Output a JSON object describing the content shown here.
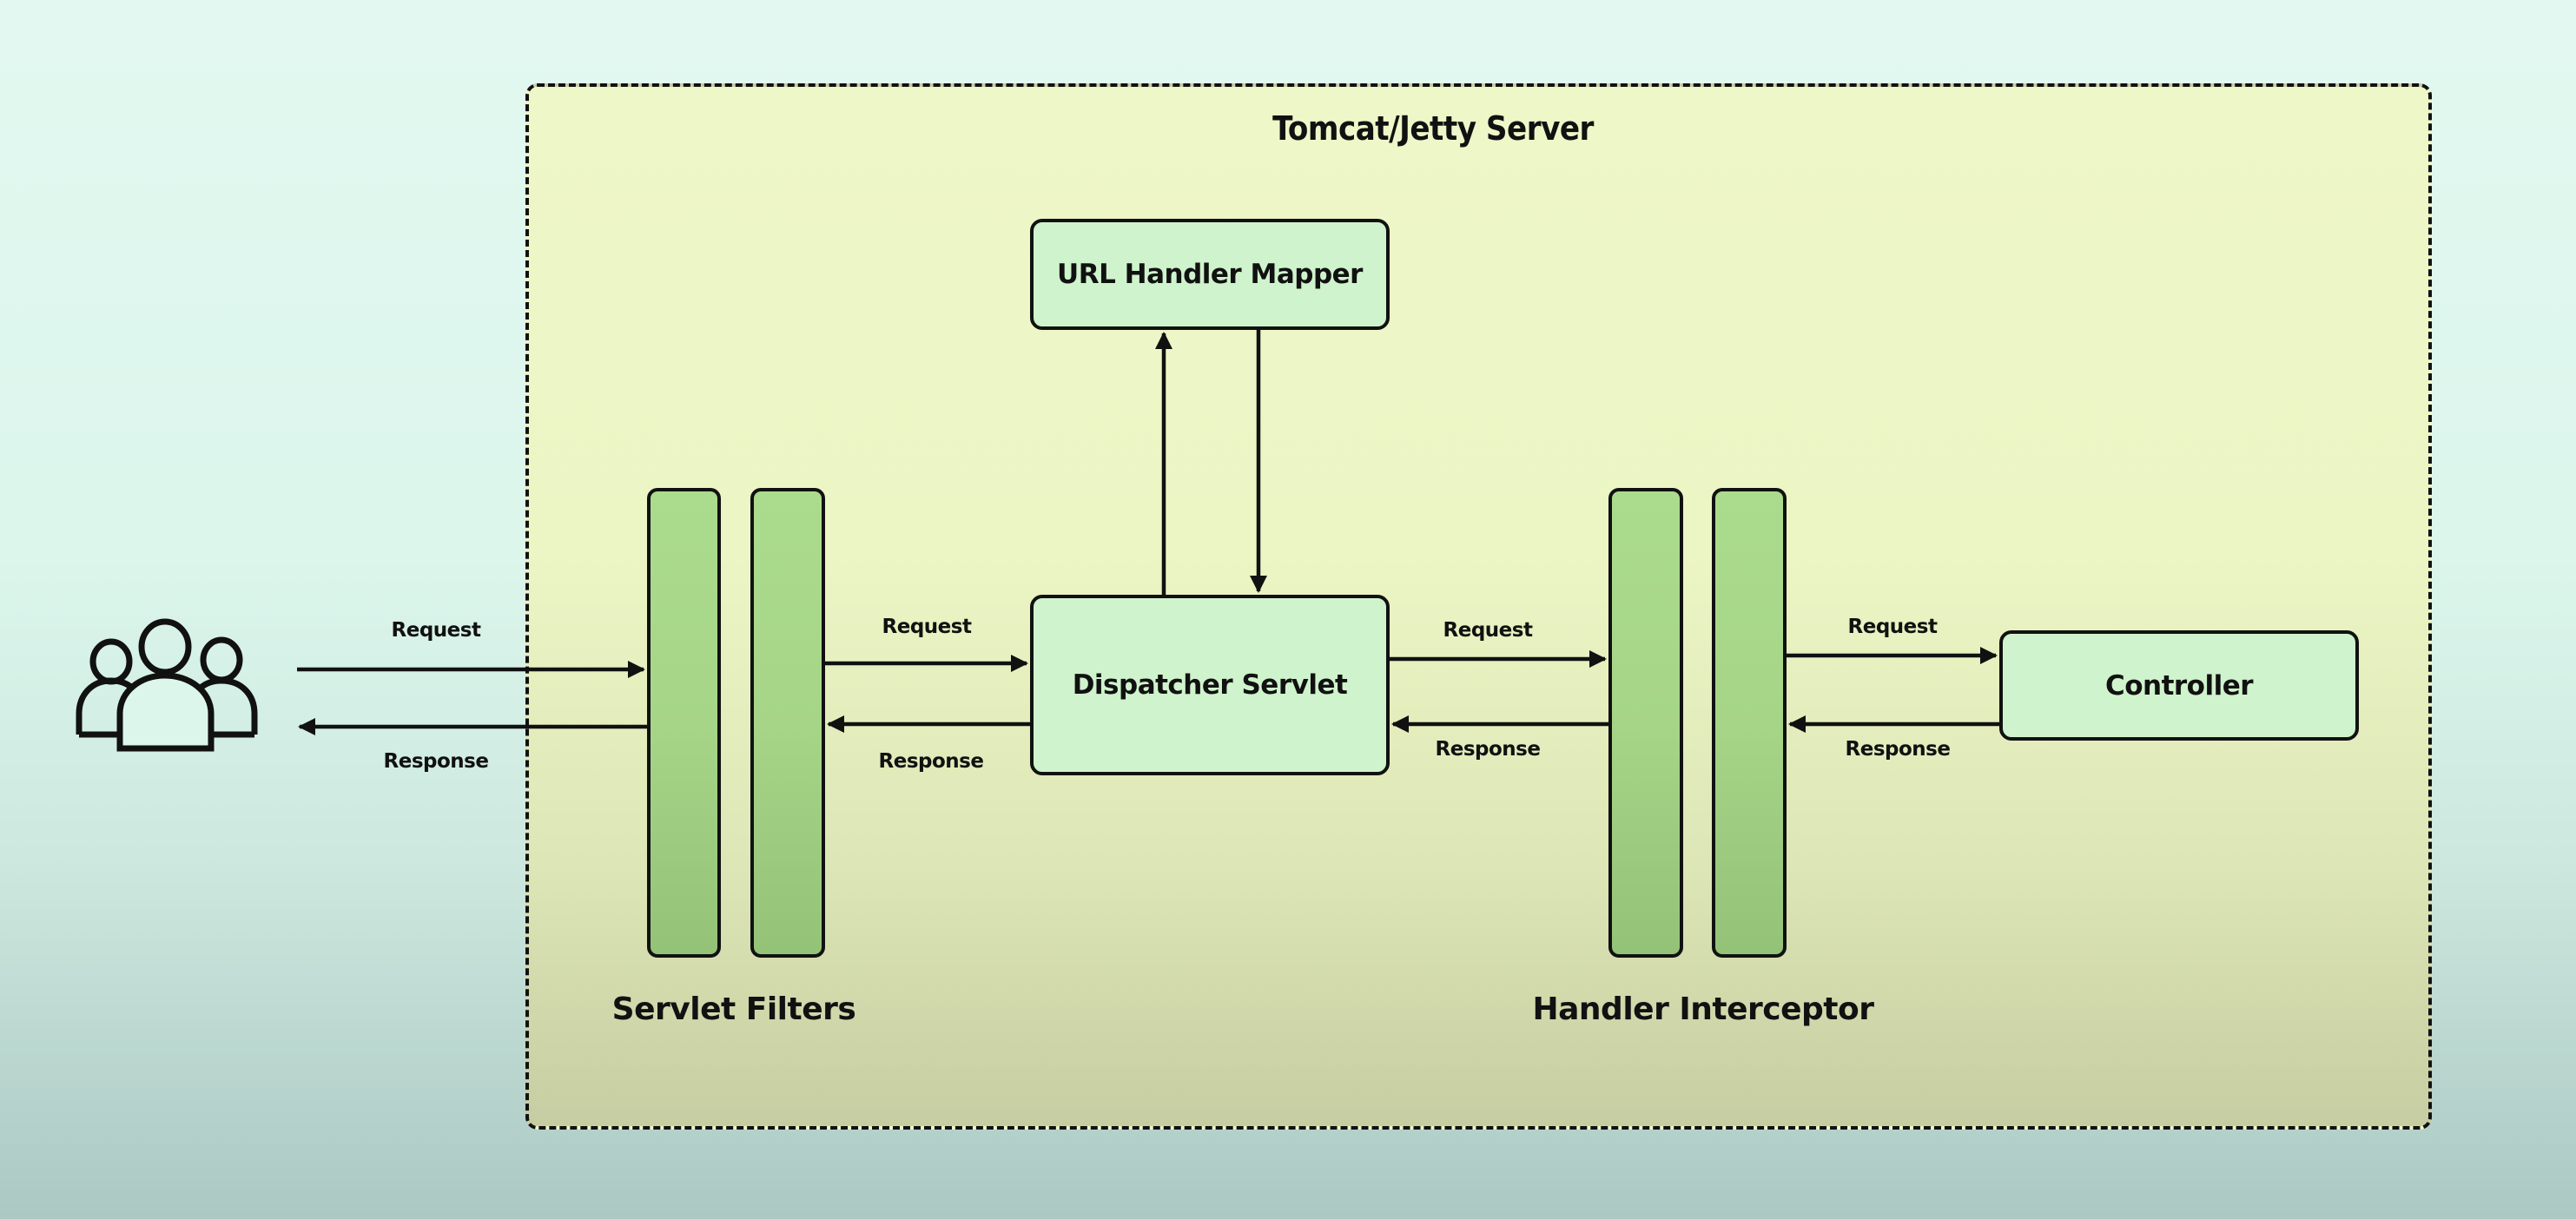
{
  "diagram": {
    "container": {
      "title": "Tomcat/Jetty Server"
    },
    "client": {
      "icon": "users-group-icon"
    },
    "nodes": {
      "url_handler_mapper": "URL Handler Mapper",
      "dispatcher_servlet": "Dispatcher Servlet",
      "controller": "Controller"
    },
    "groups": {
      "servlet_filters": "Servlet Filters",
      "handler_interceptor": "Handler Interceptor"
    },
    "edges": {
      "client_to_filters": {
        "request": "Request",
        "response": "Response"
      },
      "filters_to_dispatcher": {
        "request": "Request",
        "response": "Response"
      },
      "dispatcher_to_interceptor": {
        "request": "Request",
        "response": "Response"
      },
      "interceptor_to_controller": {
        "request": "Request",
        "response": "Response"
      }
    },
    "colors": {
      "box_fill": "#cff3cc",
      "bar_fill": "#a6d588",
      "container_fill": "#ecf5c4",
      "stroke": "#111111"
    }
  }
}
